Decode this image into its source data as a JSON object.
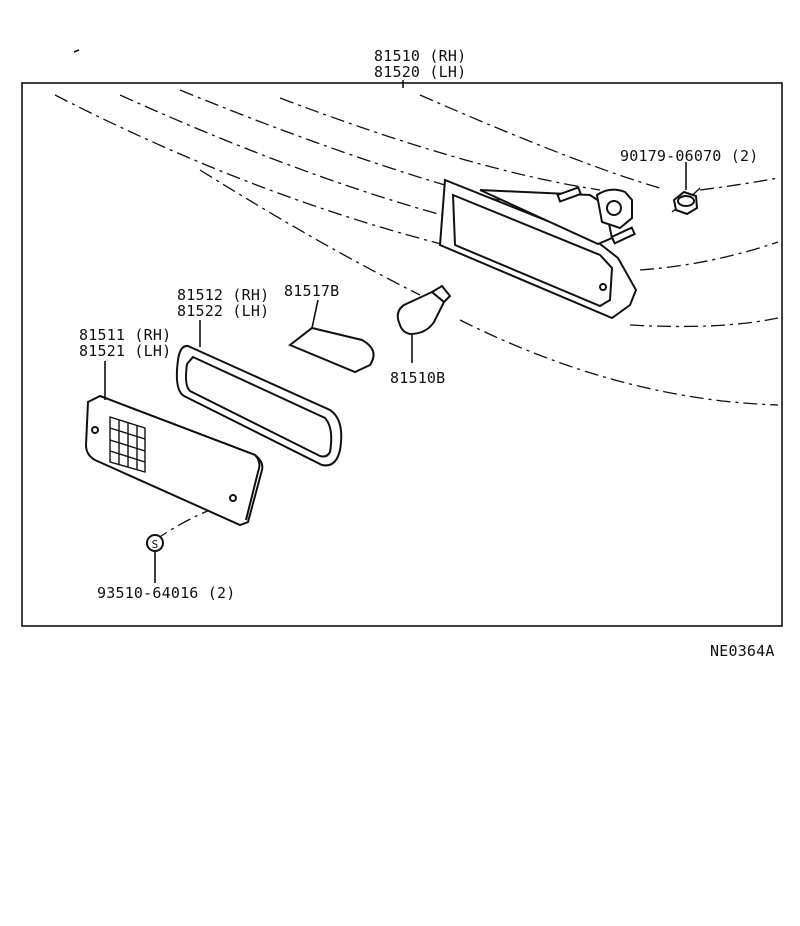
{
  "labels": {
    "assembly_rh": "81510 (RH)",
    "assembly_lh": "81520 (LH)",
    "screw": "90179-06070 (2)",
    "gasket_rh": "81512 (RH)",
    "gasket_lh": "81522 (LH)",
    "lens_rh": "81511 (RH)",
    "lens_lh": "81521 (LH)",
    "reflector": "81517B",
    "bulb": "81510B",
    "standard_part_symbol": "S",
    "standard_part": "93510-64016 (2)",
    "figure_code": "NE0364A"
  }
}
